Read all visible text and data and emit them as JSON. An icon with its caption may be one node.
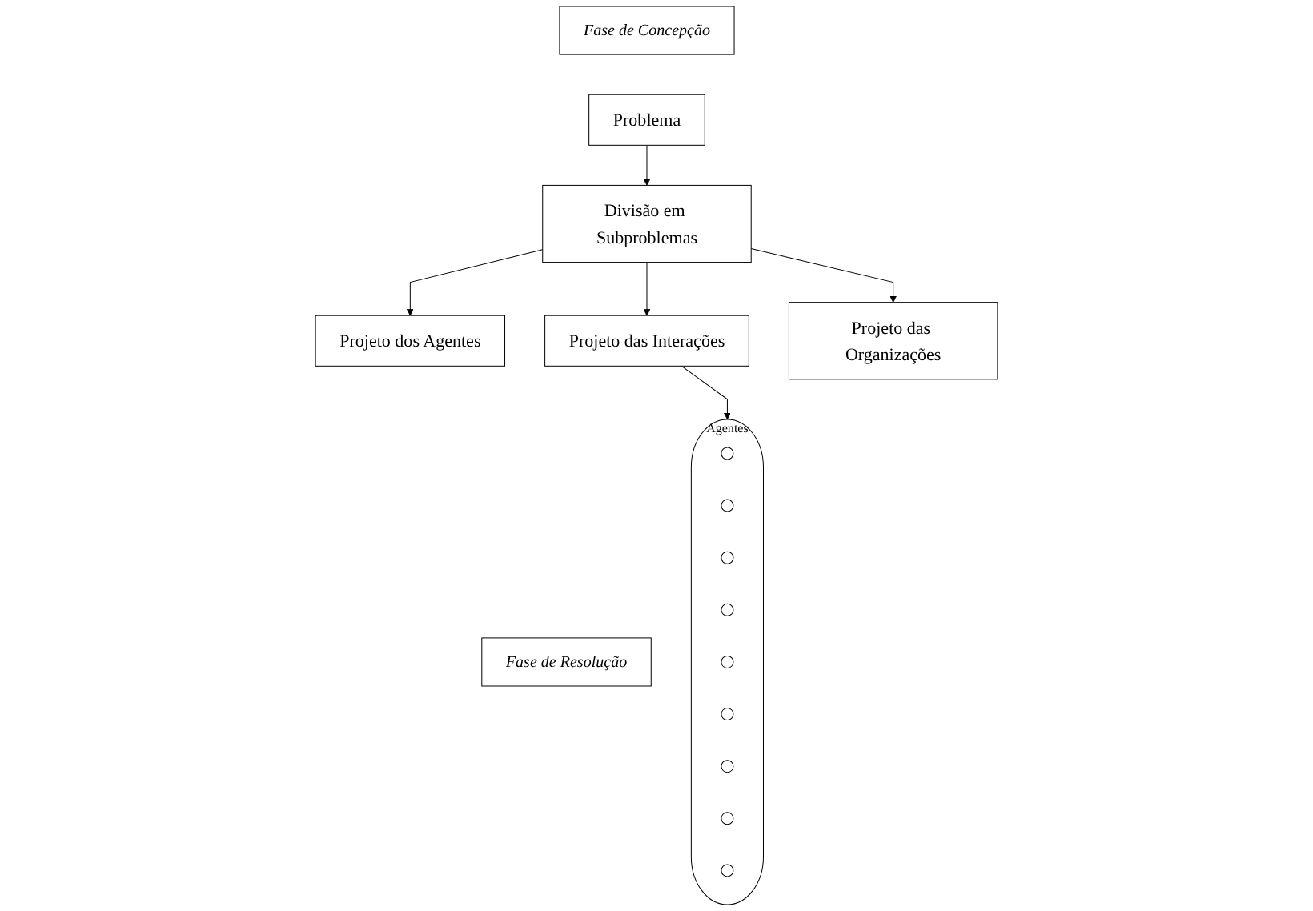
{
  "diagram": {
    "nodes": [
      {
        "text": [
          "Fase de Concepção"
        ]
      },
      {
        "text": [
          "Problema"
        ]
      },
      {
        "text": [
          "Divisão em Subproblemas"
        ]
      },
      {
        "text": [
          "Projeto dos Agentes"
        ]
      },
      {
        "text": [
          "Projeto das Interações"
        ]
      },
      {
        "text": [
          "Projeto das Organizações"
        ]
      },
      {
        "text": [
          "Fase de Resolução"
        ]
      },
      {
        "text": [
          "Agentes"
        ]
      },
      {
        "text": [],
        "shape": "circle",
        "in": 7
      },
      {
        "text": [],
        "shape": "circle",
        "in": 7
      },
      {
        "text": [],
        "shape": "circle",
        "in": 7
      },
      {
        "text": [],
        "shape": "circle",
        "in": 7
      },
      {
        "text": [],
        "shape": "circle",
        "in": 7
      },
      {
        "text": [],
        "shape": "circle",
        "in": 7
      },
      {
        "text": [],
        "shape": "circle",
        "in": 7
      },
      {
        "text": [],
        "shape": "circle",
        "in": 7
      },
      {
        "text": [],
        "shape": "circle",
        "in": 7
      }
    ],
    "edges": [
      {
        "from": 1,
        "to": 2,
        "arrow": "to"
      },
      {
        "from": 2,
        "to": 3,
        "arrow": "to"
      },
      {
        "from": 2,
        "to": 4,
        "arrow": "to"
      },
      {
        "from": 2,
        "to": 5,
        "arrow": "to"
      },
      {
        "from": 4,
        "to": 7,
        "arrow": "to"
      }
    ]
  }
}
